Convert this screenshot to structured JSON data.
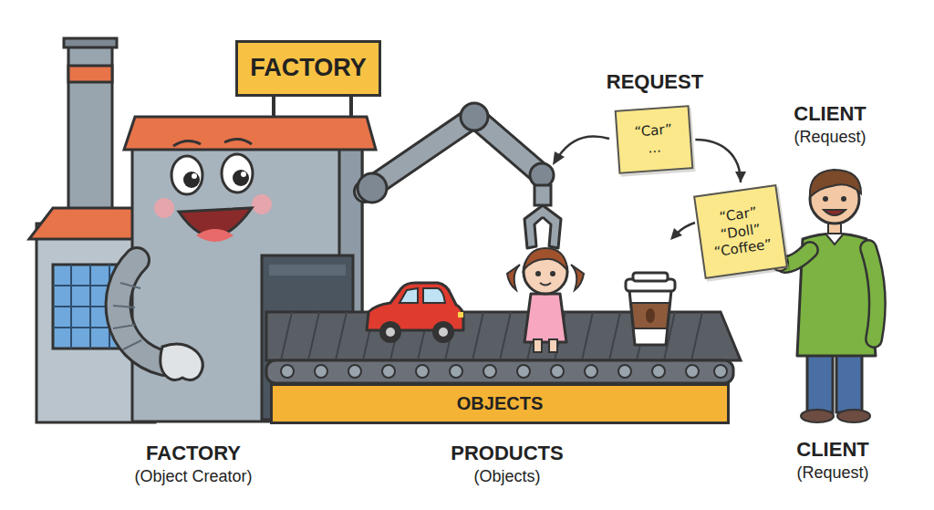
{
  "diagram": {
    "nodes": [
      {
        "text": [
          "FACTORY"
        ]
      },
      {
        "text": [
          "“Car” ..."
        ]
      },
      {
        "text": [
          "“Car” “Doll” “Coffee”"
        ]
      },
      {
        "text": [
          "OBJECTS"
        ]
      }
    ],
    "edges": [
      {
        "from": 1,
        "to": 2,
        "arrow": "to"
      }
    ],
    "labels": [
      "REQUEST",
      "CLIENT",
      "(Request)",
      "FACTORY",
      "(Object Creator)",
      "PRODUCTS",
      "(Objects)",
      "CLIENT",
      "(Request)"
    ]
  }
}
